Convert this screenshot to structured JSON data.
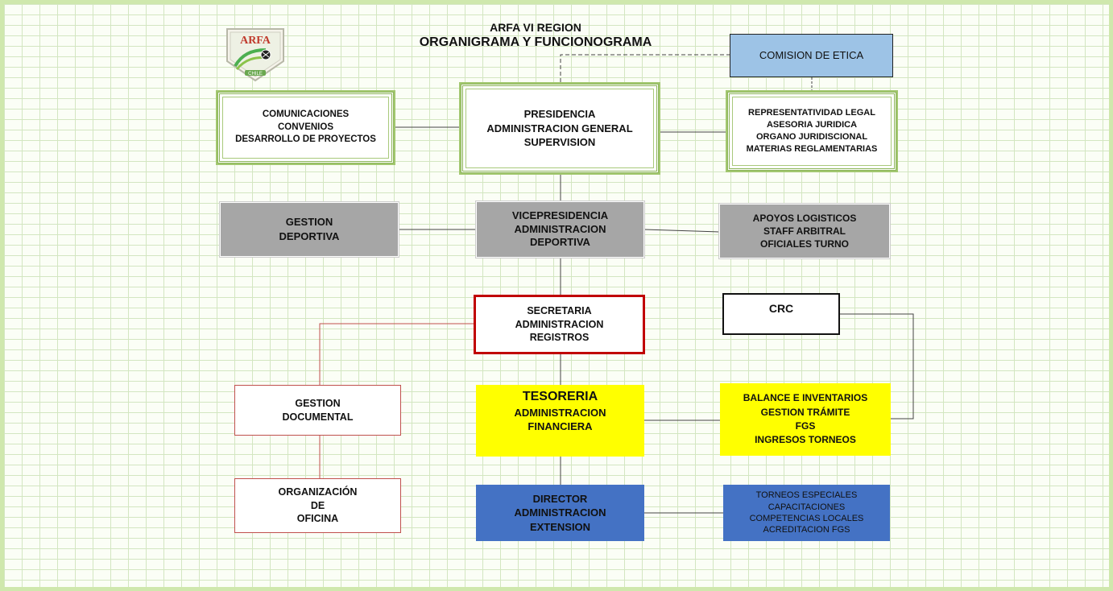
{
  "header": {
    "line1": "ARFA VI REGION",
    "line2": "ORGANIGRAMA Y FUNCIONOGRAMA"
  },
  "logo": {
    "name": "ARFA",
    "subtitle": "CHILE"
  },
  "boxes": {
    "comision": [
      "COMISION DE ETICA"
    ],
    "comunicaciones": [
      "COMUNICACIONES",
      "CONVENIOS",
      "DESARROLLO DE PROYECTOS"
    ],
    "presidencia": [
      "PRESIDENCIA",
      "ADMINISTRACION GENERAL",
      "SUPERVISION"
    ],
    "legal": [
      "REPRESENTATIVIDAD LEGAL",
      "ASESORIA JURIDICA",
      "ORGANO JURIDISCIONAL",
      "MATERIAS REGLAMENTARIAS"
    ],
    "gestion_deportiva": [
      "GESTION",
      "DEPORTIVA"
    ],
    "vicepresidencia": [
      "VICEPRESIDENCIA",
      "ADMINISTRACION",
      "DEPORTIVA"
    ],
    "apoyos": [
      "APOYOS LOGISTICOS",
      "STAFF ARBITRAL",
      "OFICIALES TURNO"
    ],
    "secretaria": [
      "SECRETARIA",
      "ADMINISTRACION",
      "REGISTROS"
    ],
    "crc": [
      "CRC"
    ],
    "gestion_documental": [
      "GESTION",
      "DOCUMENTAL"
    ],
    "tesoreria": [
      "TESORERIA",
      "ADMINISTRACION",
      "FINANCIERA"
    ],
    "balance": [
      "BALANCE E INVENTARIOS",
      "GESTION TRÁMITE",
      "FGS",
      "INGRESOS TORNEOS"
    ],
    "organizacion": [
      "ORGANIZACIÓN",
      "DE",
      "OFICINA"
    ],
    "director": [
      "DIRECTOR",
      "ADMINISTRACION",
      "EXTENSION"
    ],
    "torneos": [
      "TORNEOS ESPECIALES",
      "CAPACITACIONES",
      "COMPETENCIAS LOCALES",
      "ACREDITACION FGS"
    ]
  },
  "colors": {
    "green_border": "#8db55a",
    "gray_fill": "#a6a6a6",
    "yellow_fill": "#ffff00",
    "blue_fill": "#4472c4",
    "light_blue_fill": "#9dc3e6",
    "red_border": "#c00000"
  }
}
